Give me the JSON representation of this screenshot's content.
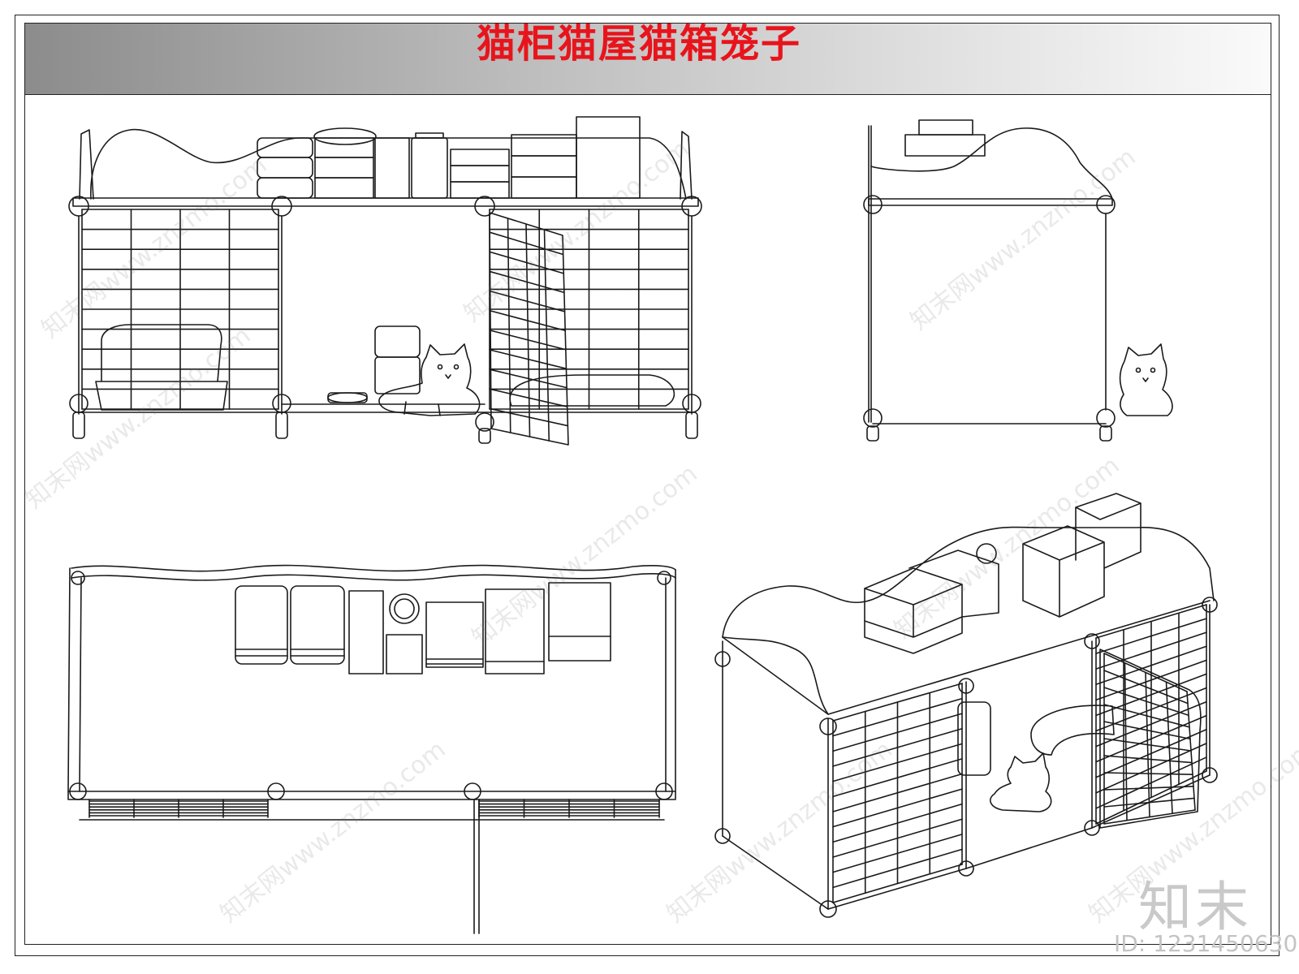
{
  "title": "猫柜猫屋猫箱笼子",
  "brand_logo": "知末",
  "id_label": "ID: 1231450630",
  "watermark_text": "知末网www.znzmo.com",
  "colors": {
    "title": "#e8141c",
    "line": "#1a1a1a",
    "watermark": "#9a9a9a"
  }
}
